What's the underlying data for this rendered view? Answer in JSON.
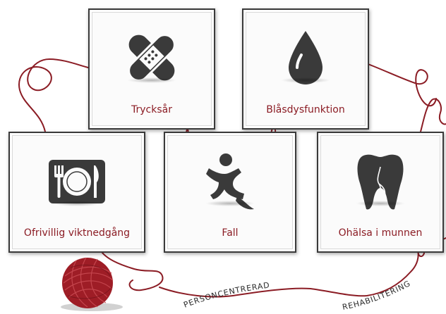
{
  "cards": [
    {
      "label": "Trycksår",
      "icon": "bandage-icon"
    },
    {
      "label": "Blåsdysfunktion",
      "icon": "droplet-icon"
    },
    {
      "label": "Ofrivillig viktnedgång",
      "icon": "plate-cutlery-icon"
    },
    {
      "label": "Fall",
      "icon": "falling-person-icon"
    },
    {
      "label": "Ohälsa i munnen",
      "icon": "tooth-icon"
    }
  ],
  "ribbon": {
    "left_text": "PERSONCENTRERAD",
    "right_text": "REHABILITERING"
  },
  "colors": {
    "thread": "#8b1c24",
    "label": "#8b1c24",
    "icon": "#3a3a3a",
    "frame": "#3a3a3a"
  }
}
